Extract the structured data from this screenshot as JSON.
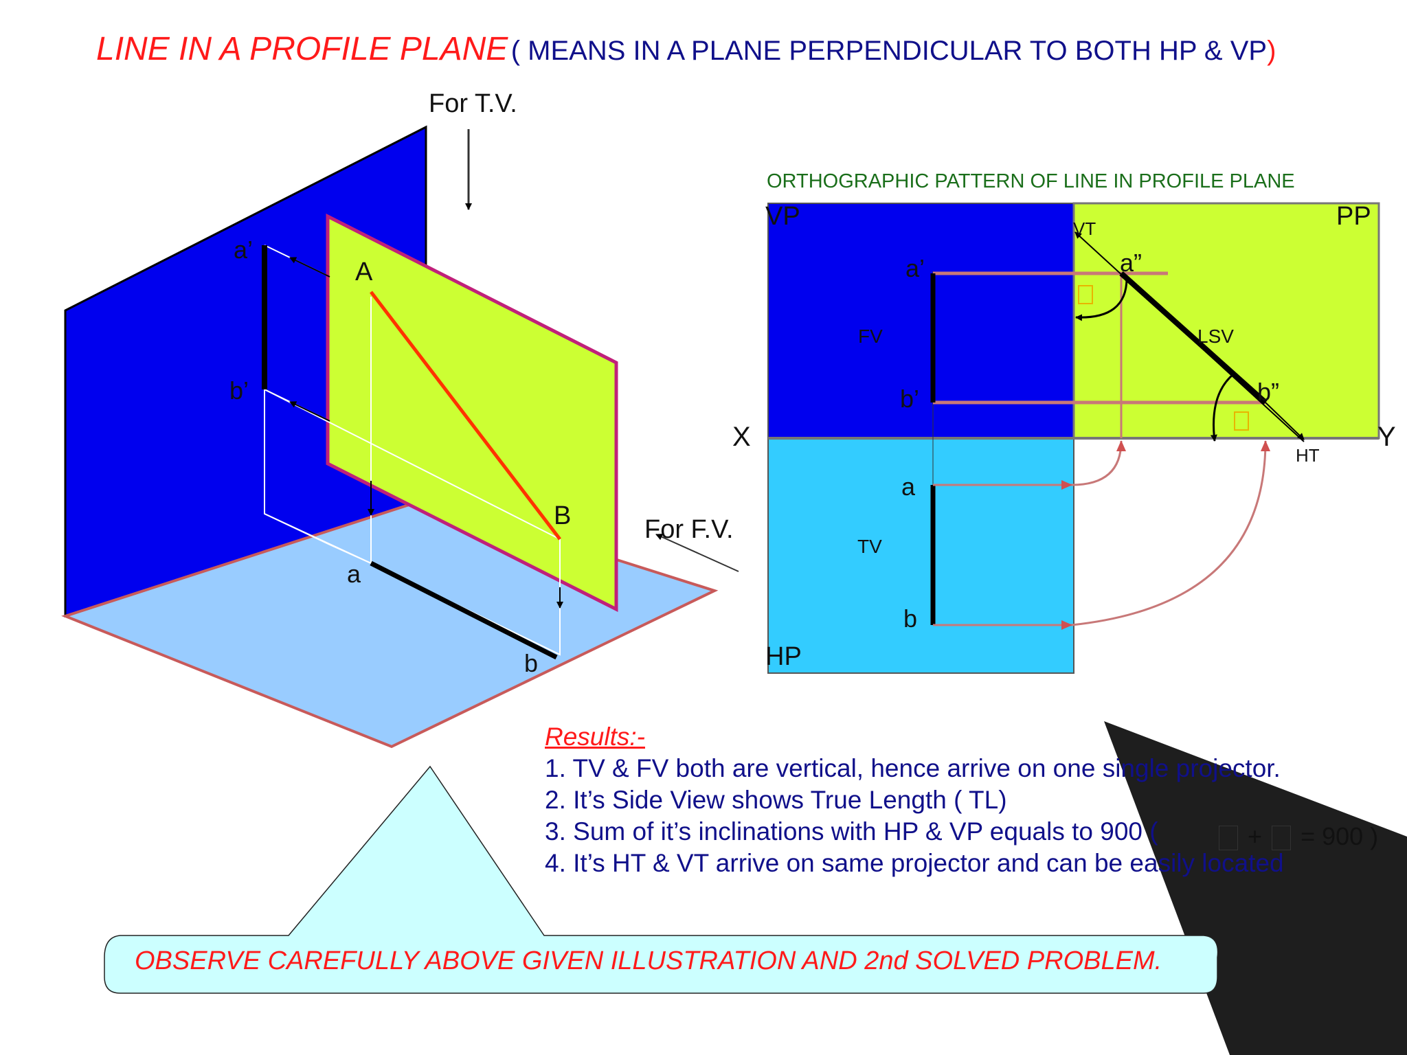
{
  "title": {
    "main": "LINE IN A PROFILE PLANE",
    "sub": "( MEANS IN A PLANE PERPENDICULAR TO BOTH HP & VP",
    "close": ")"
  },
  "isometric": {
    "for_tv": "For T.V.",
    "for_fv": "For F.V.",
    "point_A": "A",
    "point_B": "B",
    "a_dash": "a’",
    "b_dash": "b’",
    "a": "a",
    "b": "b"
  },
  "orthographic": {
    "heading": "ORTHOGRAPHIC PATTERN OF LINE IN PROFILE PLANE",
    "vp": "VP",
    "pp": "PP",
    "hp": "HP",
    "x": "X",
    "y": "Y",
    "vt": "VT",
    "ht": "HT",
    "fv": "FV",
    "tv": "TV",
    "lsv": "LSV",
    "a_dash": "a’",
    "b_dash": "b’",
    "a_ddash": "a”",
    "b_ddash": "b”",
    "a": "a",
    "b": "b"
  },
  "results": {
    "heading": "Results:-",
    "items": [
      "1. TV & FV both are vertical, hence arrive on one single projector.",
      "2. It’s Side View shows True Length ( TL)",
      "3. Sum of it’s inclinations with HP & VP equals to 900 (",
      "4. It’s HT & VT arrive on same projector and can be easily located"
    ],
    "sum_plus": "+",
    "sum_tail": "= 900 )"
  },
  "observe": "OBSERVE CAREFULLY ABOVE GIVEN ILLUSTRATION AND 2nd SOLVED PROBLEM.",
  "colors": {
    "vp_blue": "#0000ee",
    "pp_yellow": "#ccff33",
    "hp_light": "#99ccff",
    "hp_cyan": "#33ccff",
    "title_red": "#ff1a1a",
    "title_navy": "#10108a",
    "heading_green": "#1a6e1a",
    "callout": "#ccffff"
  }
}
